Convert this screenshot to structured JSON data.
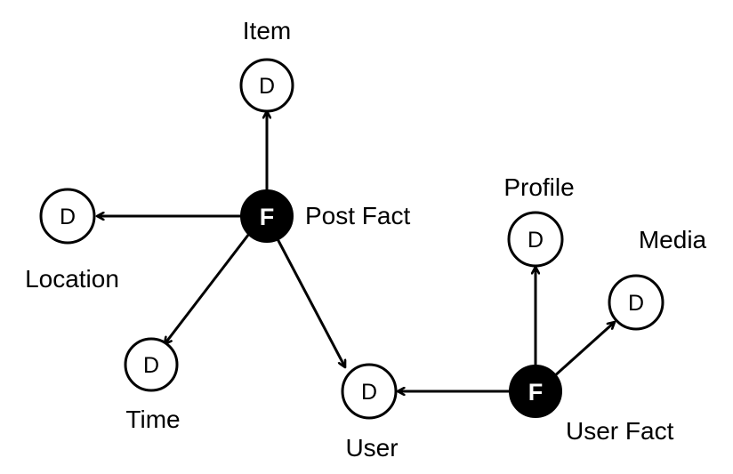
{
  "diagram": {
    "type": "star-schema",
    "fact_symbol": "F",
    "dimension_symbol": "D",
    "facts": {
      "post": "Post Fact",
      "user": "User Fact"
    },
    "dimensions": {
      "item": "Item",
      "location": "Location",
      "time": "Time",
      "user": "User",
      "profile": "Profile",
      "media": "Media"
    },
    "edges": [
      {
        "from": "Post Fact",
        "to": "Item"
      },
      {
        "from": "Post Fact",
        "to": "Location"
      },
      {
        "from": "Post Fact",
        "to": "Time"
      },
      {
        "from": "Post Fact",
        "to": "User"
      },
      {
        "from": "User Fact",
        "to": "User"
      },
      {
        "from": "User Fact",
        "to": "Profile"
      },
      {
        "from": "User Fact",
        "to": "Media"
      }
    ],
    "colors": {
      "fact_fill": "#000000",
      "dimension_fill": "#ffffff",
      "stroke": "#000000"
    }
  }
}
